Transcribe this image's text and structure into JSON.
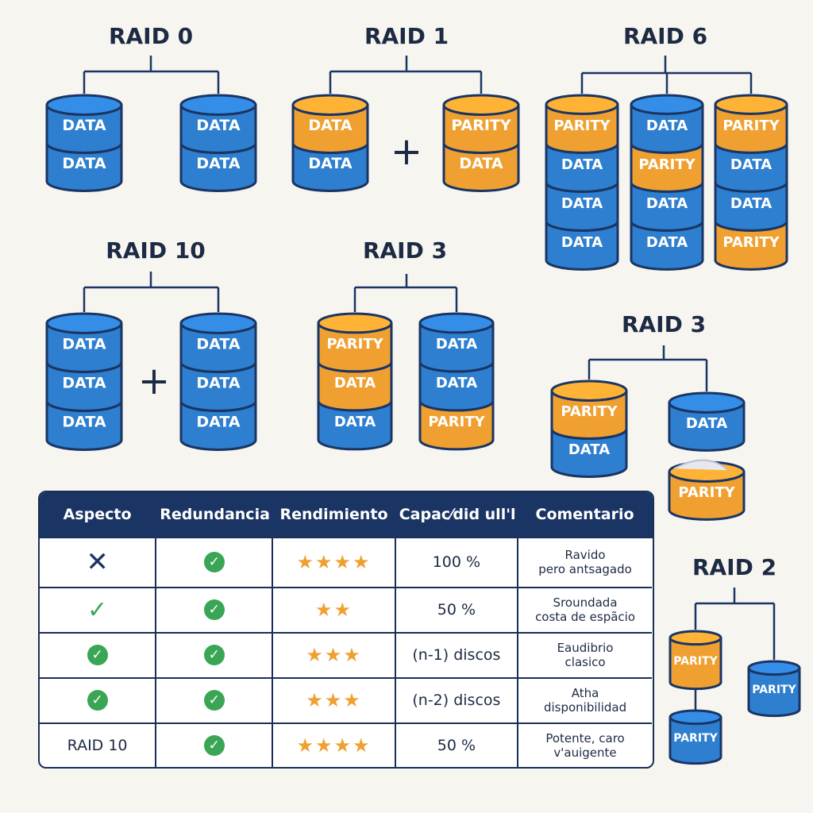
{
  "colors": {
    "data": "#2e7fcf",
    "parity": "#f0a030",
    "outline": "#1a3564",
    "text": "#1d2a44"
  },
  "diagrams": [
    {
      "title": "RAID 0",
      "plus": "",
      "disks": [
        {
          "segments": [
            {
              "label": "DATA",
              "kind": "data"
            },
            {
              "label": "DATA",
              "kind": "data"
            }
          ]
        },
        {
          "segments": [
            {
              "label": "DATA",
              "kind": "data"
            },
            {
              "label": "DATA",
              "kind": "data"
            }
          ]
        }
      ]
    },
    {
      "title": "RAID 1",
      "plus": "+",
      "disks": [
        {
          "segments": [
            {
              "label": "DATA",
              "kind": "parity"
            },
            {
              "label": "DATA",
              "kind": "data"
            }
          ]
        },
        {
          "segments": [
            {
              "label": "PARITY",
              "kind": "parity"
            },
            {
              "label": "DATA",
              "kind": "parity"
            }
          ]
        }
      ]
    },
    {
      "title": "RAID 6",
      "plus": "",
      "disks": [
        {
          "segments": [
            {
              "label": "PARITY",
              "kind": "parity"
            },
            {
              "label": "DATA",
              "kind": "data"
            },
            {
              "label": "DATA",
              "kind": "data"
            },
            {
              "label": "DATA",
              "kind": "data"
            }
          ]
        },
        {
          "segments": [
            {
              "label": "DATA",
              "kind": "data"
            },
            {
              "label": "PARITY",
              "kind": "parity"
            },
            {
              "label": "DATA",
              "kind": "data"
            },
            {
              "label": "DATA",
              "kind": "data"
            }
          ]
        },
        {
          "segments": [
            {
              "label": "PARITY",
              "kind": "parity"
            },
            {
              "label": "DATA",
              "kind": "data"
            },
            {
              "label": "DATA",
              "kind": "data"
            },
            {
              "label": "PARITY",
              "kind": "parity"
            }
          ]
        }
      ]
    },
    {
      "title": "RAID 10",
      "plus": "+",
      "disks": [
        {
          "segments": [
            {
              "label": "DATA",
              "kind": "data"
            },
            {
              "label": "DATA",
              "kind": "data"
            },
            {
              "label": "DATA",
              "kind": "data"
            }
          ]
        },
        {
          "segments": [
            {
              "label": "DATA",
              "kind": "data"
            },
            {
              "label": "DATA",
              "kind": "data"
            },
            {
              "label": "DATA",
              "kind": "data"
            }
          ]
        }
      ]
    },
    {
      "title": "RAID 3",
      "plus": "",
      "disks": [
        {
          "segments": [
            {
              "label": "PARITY",
              "kind": "parity"
            },
            {
              "label": "DATA",
              "kind": "parity"
            },
            {
              "label": "DATA",
              "kind": "data"
            }
          ]
        },
        {
          "segments": [
            {
              "label": "DATA",
              "kind": "data"
            },
            {
              "label": "DATA",
              "kind": "data"
            },
            {
              "label": "PARITY",
              "kind": "parity"
            }
          ]
        }
      ]
    },
    {
      "title": "RAID 3",
      "plus": "",
      "disks": [
        {
          "segments": [
            {
              "label": "PARITY",
              "kind": "parity"
            },
            {
              "label": "DATA",
              "kind": "data"
            }
          ]
        },
        {
          "segments": [
            {
              "label": "DATA",
              "kind": "data"
            }
          ]
        },
        {
          "segments": [
            {
              "label": "PARITY",
              "kind": "parity"
            }
          ]
        }
      ]
    },
    {
      "title": "RAID 2",
      "plus": "",
      "disks": [
        {
          "segments": [
            {
              "label": "PARITY",
              "kind": "parity"
            }
          ]
        },
        {
          "segments": [
            {
              "label": "PARITY",
              "kind": "data"
            }
          ]
        },
        {
          "segments": [
            {
              "label": "PARITY",
              "kind": "data"
            }
          ]
        }
      ]
    }
  ],
  "table": {
    "headers": [
      "Aspecto",
      "Redundancia",
      "Rendimiento",
      "Capac⁄did ull'l",
      "Comentario"
    ],
    "rows": [
      {
        "aspect": "",
        "aspect_icon": "x-icon",
        "redundancy_icon": "check-circle-icon",
        "stars": "★★★★",
        "capacity": "100 %",
        "comment": "Ravido\npero antsagado"
      },
      {
        "aspect": "",
        "aspect_icon": "check-icon",
        "redundancy_icon": "check-circle-icon",
        "stars": "★★",
        "capacity": "50 %",
        "comment": "Sroundada\ncosta de espãcio"
      },
      {
        "aspect": "",
        "aspect_icon": "check-circle-icon",
        "redundancy_icon": "check-circle-icon",
        "stars": "★★★",
        "capacity": "(n-1) discos",
        "comment": "Eaudibrio\nclasico"
      },
      {
        "aspect": "",
        "aspect_icon": "check-circle-icon",
        "redundancy_icon": "check-circle-icon",
        "stars": "★★★",
        "capacity": "(n-2) discos",
        "comment": "Atha\ndisponibilidad"
      },
      {
        "aspect": "RAID 10",
        "aspect_icon": "",
        "redundancy_icon": "check-circle-icon",
        "stars": "★★★★",
        "capacity": "50 %",
        "comment": "Potente, caro\nv'auigente"
      }
    ]
  }
}
